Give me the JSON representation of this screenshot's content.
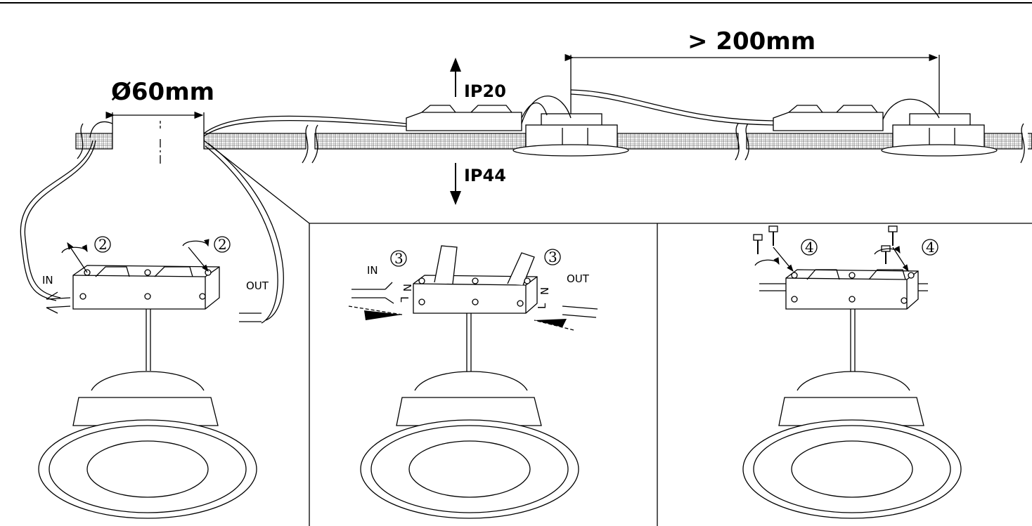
{
  "dimensions": {
    "spacing": "> 200mm",
    "cutout": "Ø60mm"
  },
  "protection": {
    "above": "IP20",
    "below": "IP44"
  },
  "panels": [
    {
      "in_label": "IN",
      "out_label": "OUT",
      "step_left": "2",
      "step_right": "2"
    },
    {
      "in_label": "IN",
      "out_label": "OUT",
      "step_left": "3",
      "step_right": "3",
      "terminal_left_n": "N",
      "terminal_left_l": "L",
      "terminal_right_n": "N",
      "terminal_right_l": "L"
    },
    {
      "step_left": "4",
      "step_right": "4"
    }
  ]
}
